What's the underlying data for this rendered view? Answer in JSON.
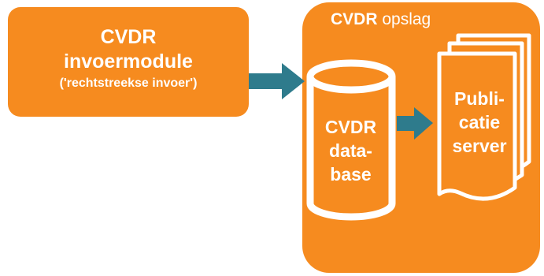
{
  "colors": {
    "orange": "#F68B1F",
    "white": "#FFFFFF",
    "arrow": "#2E7B8C"
  },
  "input_module": {
    "line1": "CVDR",
    "line2": "invoermodule",
    "line3": "('rechtstreekse invoer')"
  },
  "storage": {
    "title_bold": "CVDR",
    "title_rest": " opslag"
  },
  "database": {
    "lines": [
      "CVDR",
      "data-",
      "base"
    ]
  },
  "publication_server": {
    "lines": [
      "Publi-",
      "catie",
      "server"
    ]
  },
  "icons": {
    "arrow_1": "arrow-right-icon",
    "arrow_2": "arrow-right-icon",
    "database": "cylinder-icon",
    "documents": "stacked-documents-icon"
  }
}
